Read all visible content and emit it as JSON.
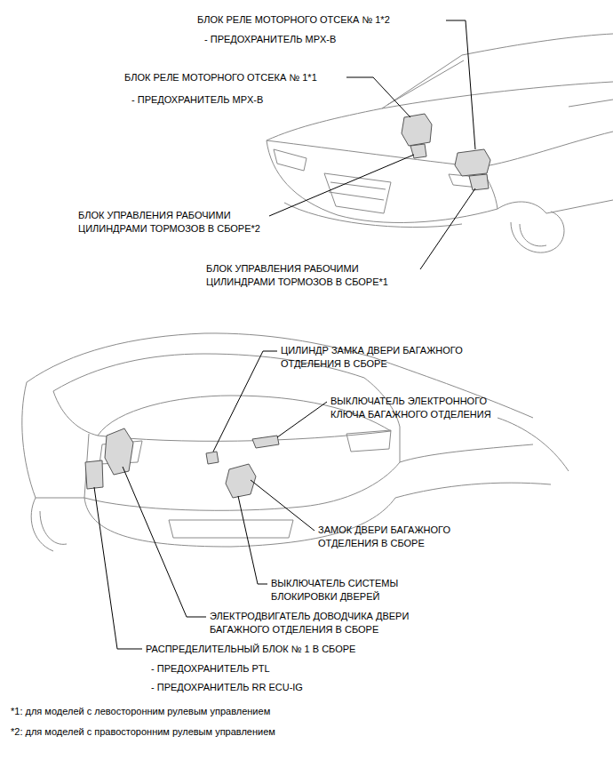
{
  "diagram": {
    "labels": [
      "БЛОК РЕЛЕ МОТОРНОГО ОТСЕКА № 1*2",
      "- ПРЕДОХРАНИТЕЛЬ MPX-B",
      "БЛОК РЕЛЕ МОТОРНОГО ОТСЕКА № 1*1",
      "- ПРЕДОХРАНИТЕЛЬ MPX-B",
      "БЛОК УПРАВЛЕНИЯ РАБОЧИМИ ЦИЛИНДРАМИ ТОРМОЗОВ В СБОРЕ*2",
      "БЛОК УПРАВЛЕНИЯ РАБОЧИМИ ЦИЛИНДРАМИ ТОРМОЗОВ В СБОРЕ*1",
      "ЦИЛИНДР ЗАМКА ДВЕРИ БАГАЖНОГО ОТДЕЛЕНИЯ В СБОРЕ",
      "ВЫКЛЮЧАТЕЛЬ ЭЛЕКТРОННОГО КЛЮЧА БАГАЖНОГО ОТДЕЛЕНИЯ",
      "ЗАМОК ДВЕРИ БАГАЖНОГО ОТДЕЛЕНИЯ В СБОРЕ",
      "ВЫКЛЮЧАТЕЛЬ СИСТЕМЫ БЛОКИРОВКИ ДВЕРЕЙ",
      "ЭЛЕКТРОДВИГАТЕЛЬ ДОВОДЧИКА ДВЕРИ БАГАЖНОГО ОТДЕЛЕНИЯ В СБОРЕ",
      "РАСПРЕДЕЛИТЕЛЬНЫЙ БЛОК № 1 В СБОРЕ",
      "- ПРЕДОХРАНИТЕЛЬ PTL",
      "- ПРЕДОХРАНИТЕЛЬ RR ECU-IG",
      "*1: для моделей с левосторонним рулевым управлением",
      "*2: для моделей с правосторонним рулевым управлением"
    ]
  }
}
